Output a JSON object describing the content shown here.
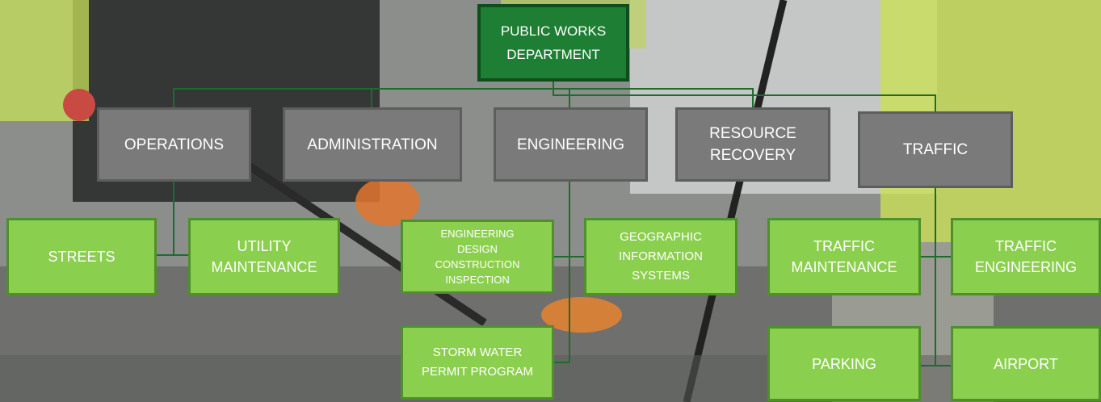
{
  "root": {
    "lines": [
      "PUBLIC WORKS",
      "DEPARTMENT"
    ]
  },
  "departments": {
    "operations": {
      "lines": [
        "OPERATIONS"
      ]
    },
    "administration": {
      "lines": [
        "ADMINISTRATION"
      ]
    },
    "engineering": {
      "lines": [
        "ENGINEERING"
      ]
    },
    "resource_recovery": {
      "lines": [
        "RESOURCE",
        "RECOVERY"
      ]
    },
    "traffic": {
      "lines": [
        "TRAFFIC"
      ]
    }
  },
  "units": {
    "streets": {
      "lines": [
        "STREETS"
      ]
    },
    "utility_maintenance": {
      "lines": [
        "UTILITY",
        "MAINTENANCE"
      ]
    },
    "engineering_design": {
      "lines": [
        "ENGINEERING",
        "DESIGN",
        "CONSTRUCTION",
        "INSPECTION"
      ]
    },
    "gis": {
      "lines": [
        "GEOGRAPHIC",
        "INFORMATION",
        "SYSTEMS"
      ]
    },
    "storm_water": {
      "lines": [
        "STORM WATER",
        "PERMIT PROGRAM"
      ]
    },
    "traffic_maintenance": {
      "lines": [
        "TRAFFIC",
        "MAINTENANCE"
      ]
    },
    "traffic_engineering": {
      "lines": [
        "TRAFFIC",
        "ENGINEERING"
      ]
    },
    "parking": {
      "lines": [
        "PARKING"
      ]
    },
    "airport": {
      "lines": [
        "AIRPORT"
      ]
    }
  },
  "colors": {
    "root_fill": "#1e7e34",
    "department_fill": "#7a7a7a",
    "unit_fill": "#8bcf4e",
    "connector": "#1f6b2e"
  }
}
